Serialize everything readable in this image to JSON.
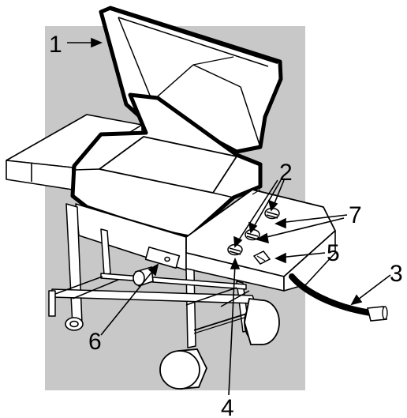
{
  "colors": {
    "backdrop": "#c8c8c8",
    "line": "#000000",
    "fill": "#ffffff"
  },
  "callouts": {
    "lid": "1",
    "knobs": "2",
    "gas_hose": "3",
    "igniter_button": "4",
    "fuel_gauge": "5",
    "igniter_module": "6",
    "burner_controls": "7"
  }
}
